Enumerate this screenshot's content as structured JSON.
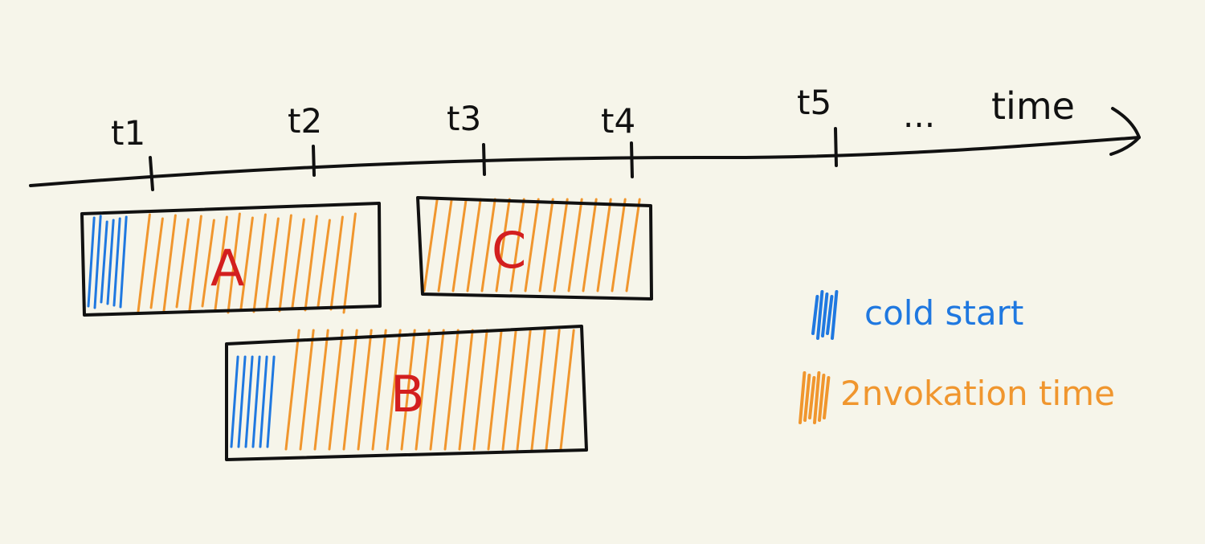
{
  "timeline": {
    "axis_label": "time",
    "ellipsis": "...",
    "ticks": [
      "t1",
      "t2",
      "t3",
      "t4",
      "t5"
    ]
  },
  "blocks": [
    {
      "label": "A"
    },
    {
      "label": "B"
    },
    {
      "label": "C"
    }
  ],
  "legend": {
    "cold_start": "cold start",
    "invocation_time": "2nvokation time"
  },
  "colors": {
    "background": "#f6f5ea",
    "ink": "#111111",
    "cold_start": "#1f78e0",
    "invocation": "#f0962e",
    "block_label": "#d31f1f"
  }
}
